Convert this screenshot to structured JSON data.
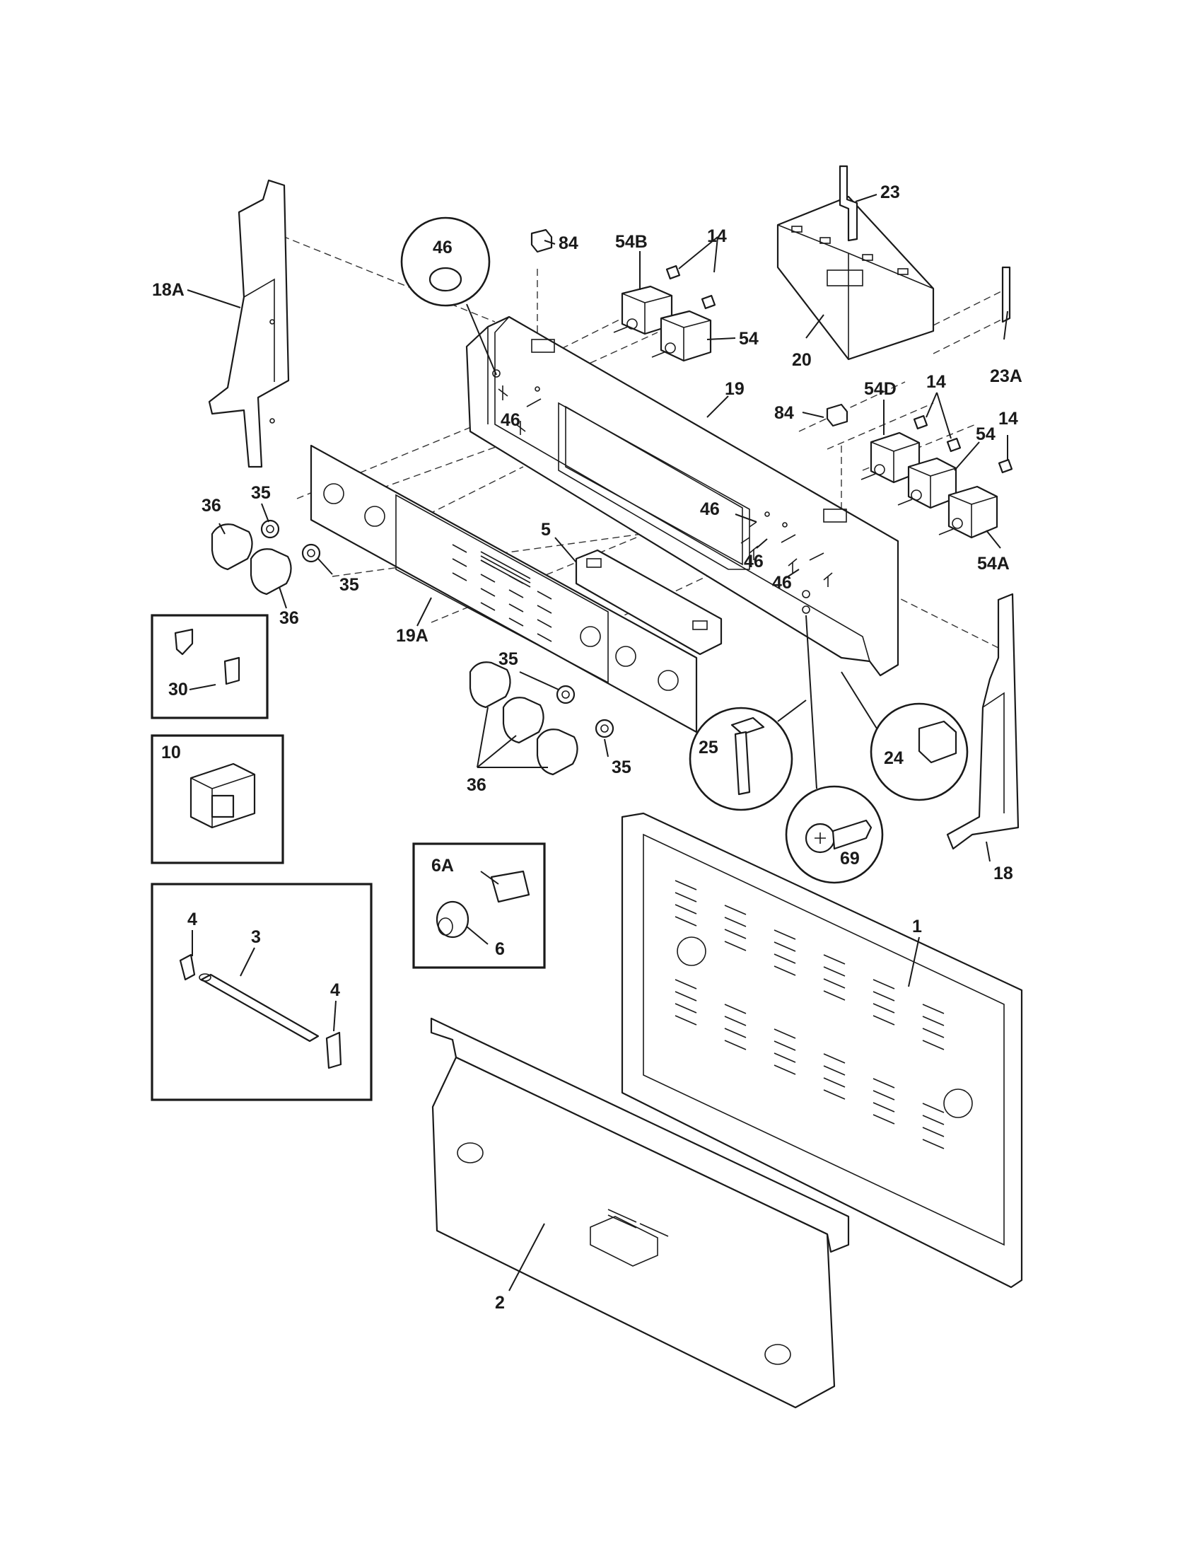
{
  "labels": {
    "l18A": "18A",
    "l46_top": "46",
    "l84_top": "84",
    "l54B": "54B",
    "l14_top": "14",
    "l23": "23",
    "l54_top": "54",
    "l20": "20",
    "l23A": "23A",
    "l19": "19",
    "l46_mid_left": "46",
    "l84_right": "84",
    "l54D": "54D",
    "l14_mid": "14",
    "l54_right": "54",
    "l14_right": "14",
    "l46_r1": "46",
    "l46_r2": "46",
    "l46_r3": "46",
    "l54A": "54A",
    "l35_a": "35",
    "l36_a": "36",
    "l5": "5",
    "l35_b": "35",
    "l36_b": "36",
    "l19A": "19A",
    "l30": "30",
    "l35_c": "35",
    "l36_c": "36",
    "l35_d": "35",
    "l10": "10",
    "l25": "25",
    "l24": "24",
    "l69": "69",
    "l18": "18",
    "l6A": "6A",
    "l6": "6",
    "l1": "1",
    "l4_left": "4",
    "l3": "3",
    "l4_right": "4",
    "l2": "2"
  }
}
